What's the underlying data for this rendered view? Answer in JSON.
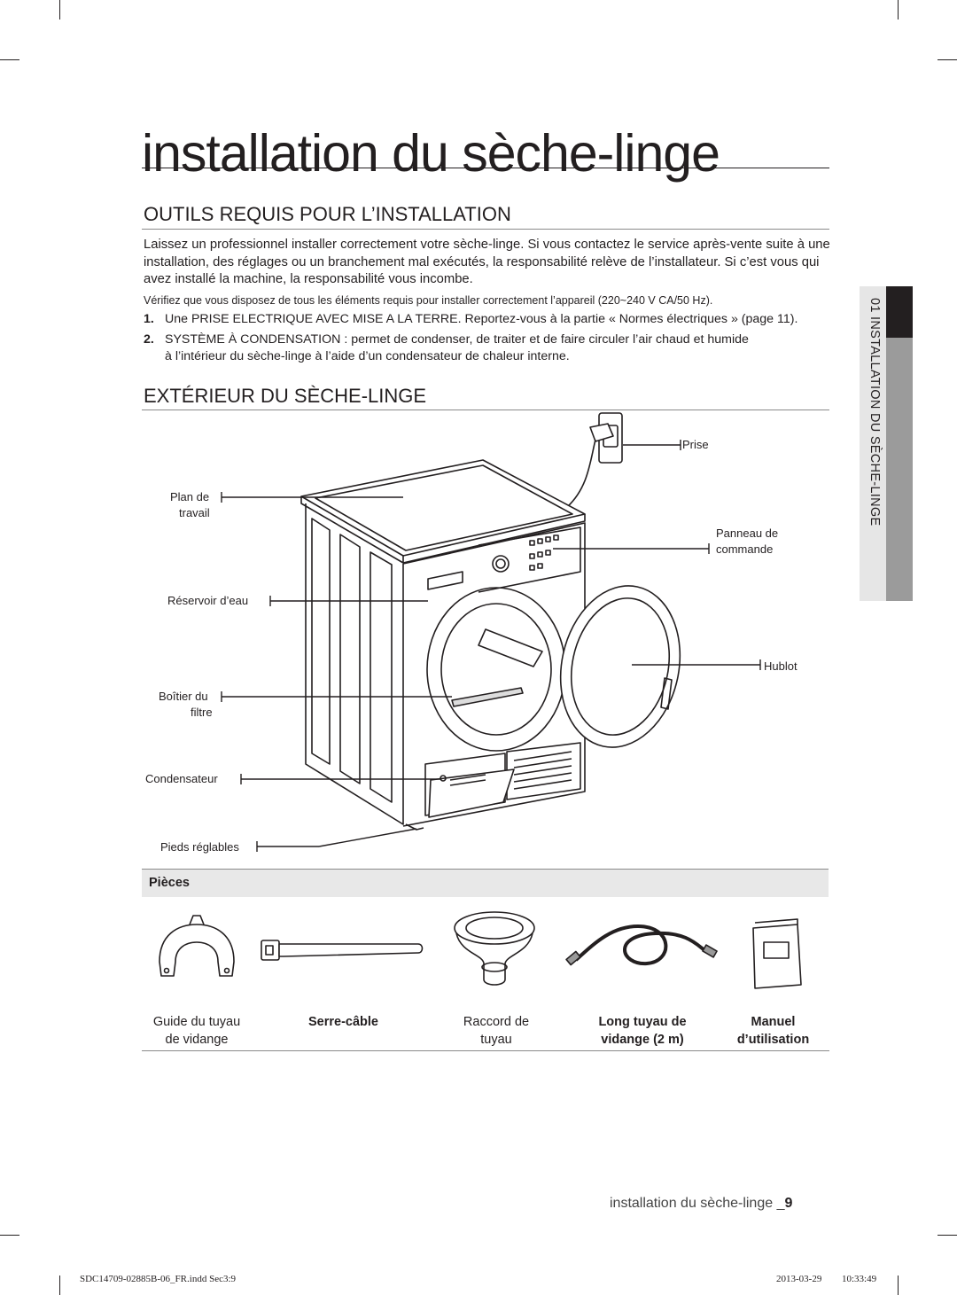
{
  "page": {
    "title": "installation du sèche-linge",
    "side_tab": "01 INSTALLATION DU SÈCHE-LINGE"
  },
  "section1": {
    "heading": "OUTILS REQUIS POUR L’INSTALLATION",
    "para": "Laissez un professionnel installer correctement votre sèche-linge. Si vous contactez le service après-vente suite à une installation, des réglages ou un branchement mal exécutés, la responsabilité relève de l’installateur. Si c’est vous qui avez installé la machine, la responsabilité vous incombe.",
    "note": "Vérifiez que vous disposez de tous les éléments requis pour installer correctement l’appareil (220~240 V CA/50 Hz).",
    "items": [
      {
        "num": "1.",
        "text": "Une PRISE ELECTRIQUE AVEC MISE A LA TERRE. Reportez-vous à la partie « Normes électriques » (page 11)."
      },
      {
        "num": "2.",
        "text": "SYSTÈME À CONDENSATION : permet de condenser, de traiter et de faire circuler l’air chaud et humide",
        "cont": "à l’intérieur du sèche-linge à l’aide d’un condensateur de chaleur interne."
      }
    ]
  },
  "section2": {
    "heading": "EXTÉRIEUR DU SÈCHE-LINGE",
    "labels": {
      "prise": "Prise",
      "plan_1": "Plan de",
      "plan_2": "travail",
      "panneau_1": "Panneau de",
      "panneau_2": "commande",
      "reservoir": "Réservoir d’eau",
      "hublot": "Hublot",
      "boitier_1": "Boîtier du",
      "boitier_2": "filtre",
      "condensateur": "Condensateur",
      "pieds": "Pieds réglables"
    }
  },
  "pieces": {
    "title": "Pièces",
    "items": [
      {
        "line1": "Guide du tuyau",
        "line2": "de vidange"
      },
      {
        "line1": "Serre-câble",
        "line2": ""
      },
      {
        "line1": "Raccord de",
        "line2": "tuyau"
      },
      {
        "line1": "Long tuyau de",
        "line2": "vidange (2 m)"
      },
      {
        "line1": "Manuel",
        "line2": "d’utilisation"
      }
    ]
  },
  "footer": {
    "text": "installation du sèche-linge _",
    "page_num": "9"
  },
  "slug": {
    "file": "SDC14709-02885B-06_FR.indd   Sec3:9",
    "date": "2013-03-29",
    "time": "10:33:49"
  }
}
